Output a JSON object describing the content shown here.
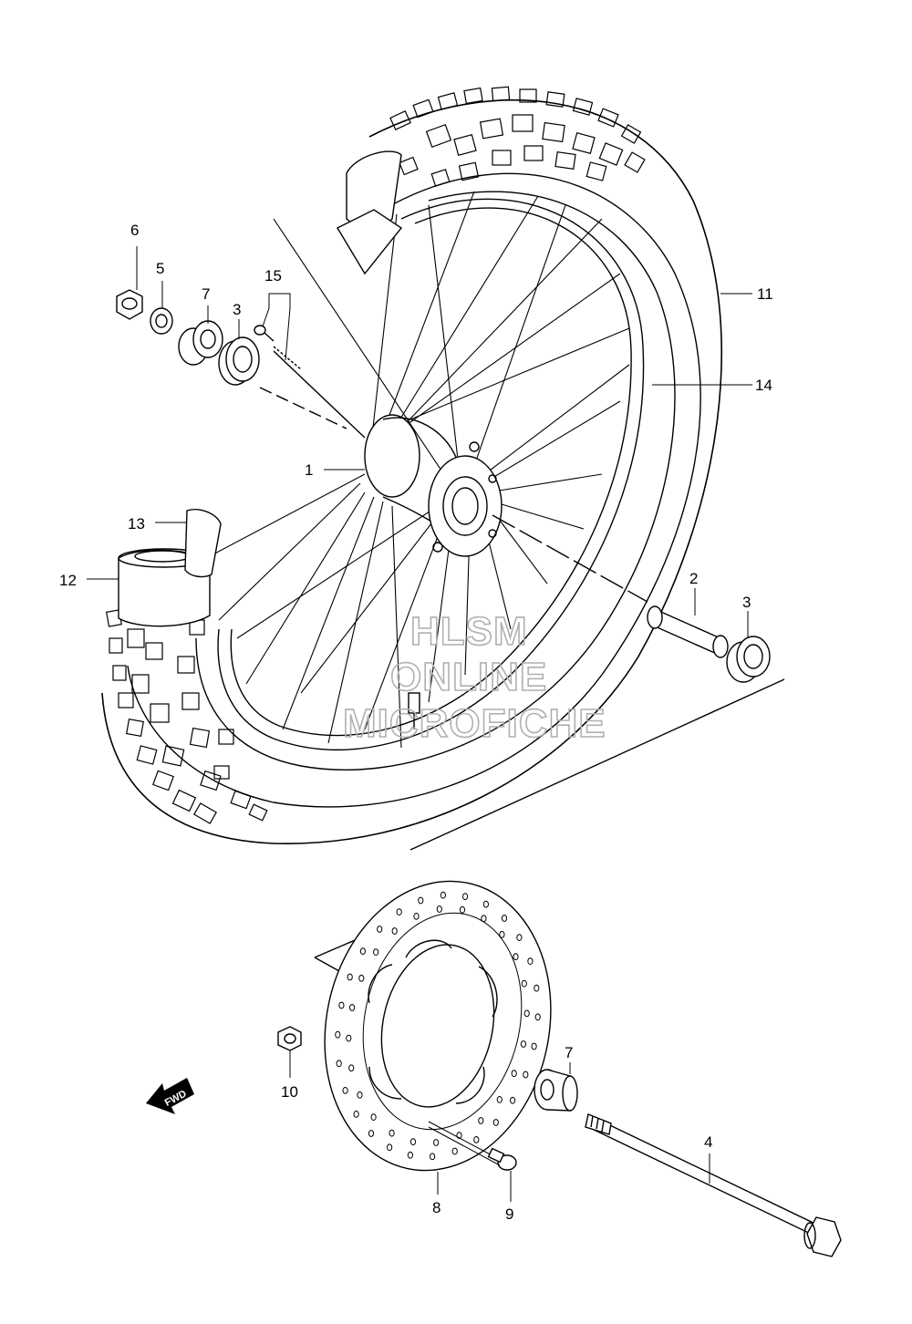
{
  "diagram": {
    "labels": {
      "hub": "1",
      "spacer": "2",
      "bearing_left": "3",
      "bearing_right": "3",
      "axle": "4",
      "washer": "5",
      "nut": "6",
      "collar_left": "7",
      "collar_right": "7",
      "disc": "8",
      "disc_bolt": "9",
      "nut_small": "10",
      "tire": "11",
      "rim_band": "12",
      "valve_cover": "13",
      "tube": "14",
      "spoke_set": "15"
    },
    "watermark": [
      "HLSM",
      "ONLINE",
      "MICROFICHE"
    ],
    "fwd_marker": "FWD"
  }
}
